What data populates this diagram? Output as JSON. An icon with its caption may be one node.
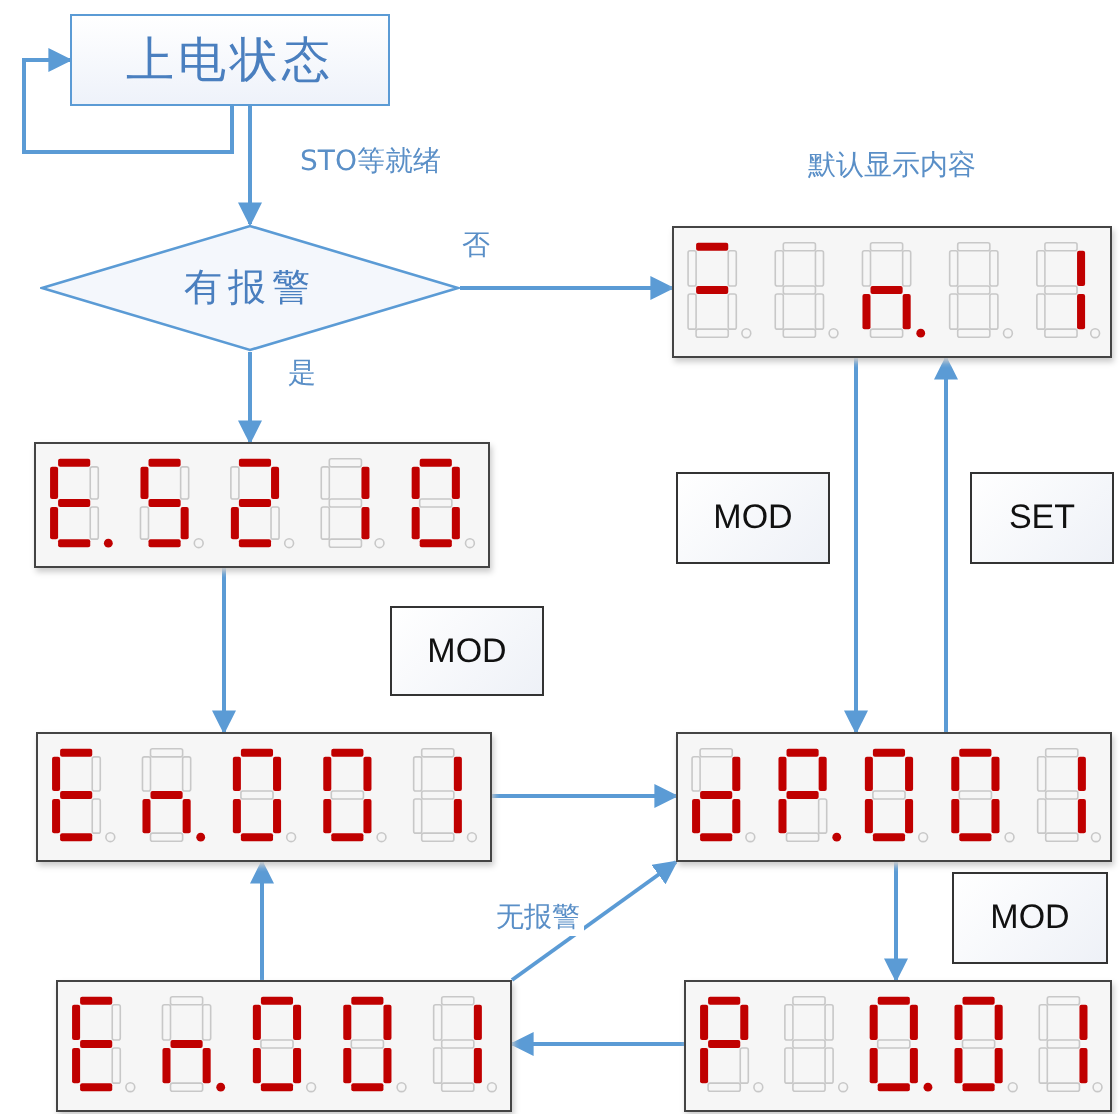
{
  "diagram": {
    "nodes": [
      {
        "text": [
          "上电状态"
        ]
      },
      {
        "text": [
          "有报警"
        ]
      },
      {
        "text": [],
        "shape": "picture",
        "beside": [
          "默认显示内容"
        ]
      },
      {
        "text": [],
        "shape": "picture"
      },
      {
        "text": [],
        "shape": "picture"
      },
      {
        "text": [],
        "shape": "picture"
      },
      {
        "text": [],
        "shape": "picture"
      },
      {
        "text": [],
        "shape": "picture"
      },
      {
        "text": [
          "MOD"
        ]
      },
      {
        "text": [
          "MOD"
        ]
      },
      {
        "text": [
          "SET"
        ]
      },
      {
        "text": [
          "MOD"
        ]
      }
    ],
    "edges": [
      {
        "from": 0,
        "to": 0,
        "arrow": "to"
      },
      {
        "from": 0,
        "to": 1,
        "arrow": "to",
        "label": "STO等就绪"
      },
      {
        "from": 1,
        "to": 2,
        "arrow": "to",
        "label": "否"
      },
      {
        "from": 1,
        "to": 3,
        "arrow": "to",
        "label": "是"
      },
      {
        "from": 3,
        "to": 4,
        "arrow": "to"
      },
      {
        "from": 2,
        "to": 6,
        "arrow": "to"
      },
      {
        "from": 6,
        "to": 2,
        "arrow": "to"
      },
      {
        "from": 4,
        "to": 6,
        "arrow": "to"
      },
      {
        "from": 5,
        "to": 4,
        "arrow": "to"
      },
      {
        "from": 5,
        "to": 6,
        "arrow": "to",
        "label": "无报警"
      },
      {
        "from": 6,
        "to": 7,
        "arrow": "to"
      },
      {
        "from": 7,
        "to": 5,
        "arrow": "to"
      }
    ]
  }
}
